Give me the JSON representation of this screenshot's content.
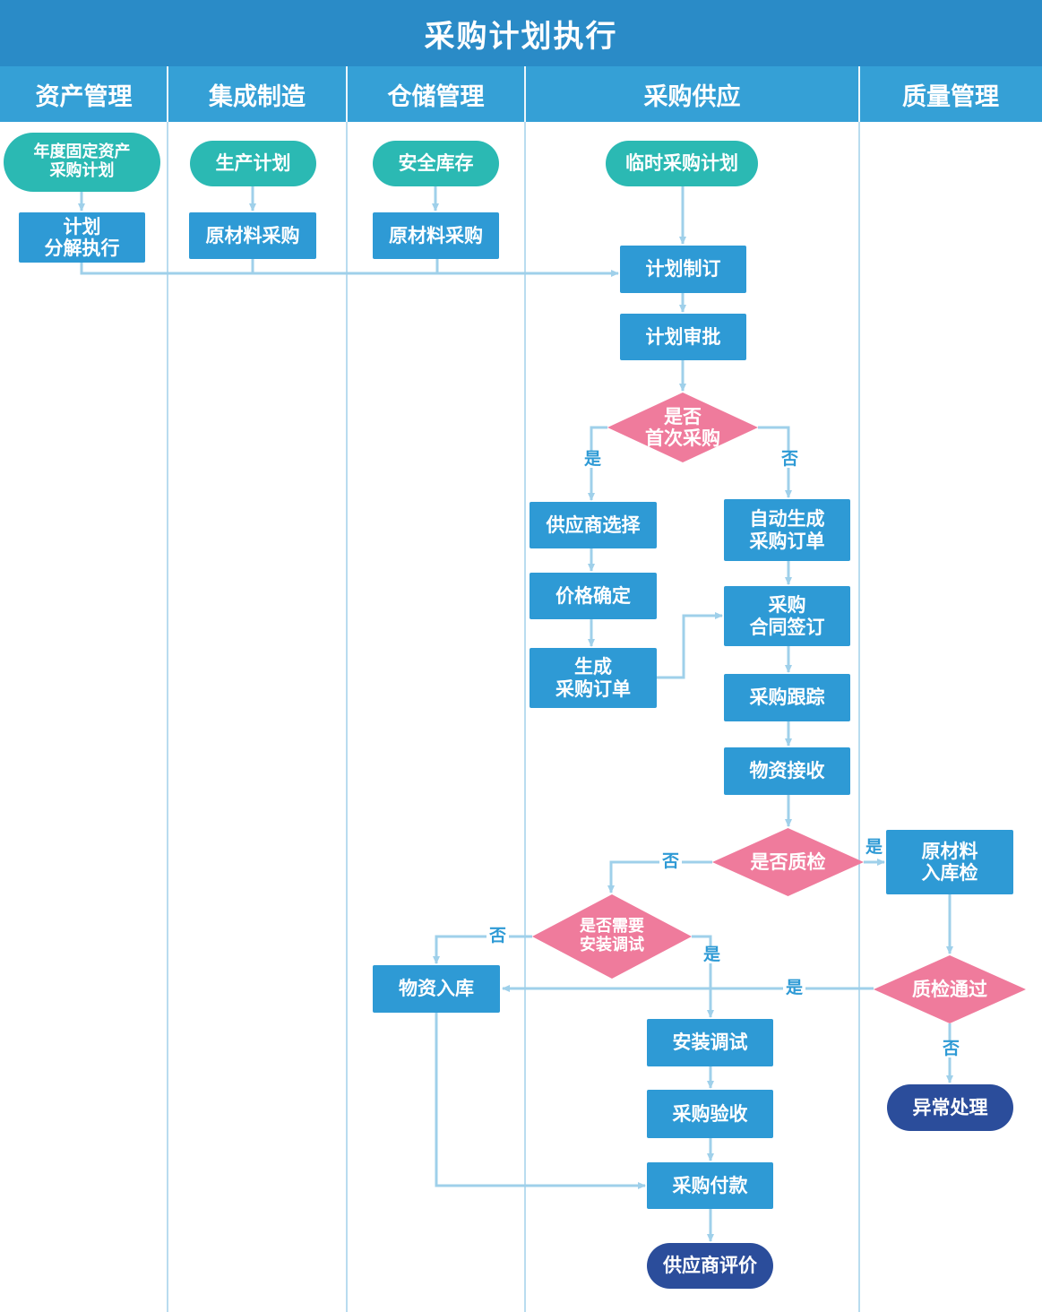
{
  "title": "采购计划执行",
  "lanes": [
    "资产管理",
    "集成制造",
    "仓储管理",
    "采购供应",
    "质量管理"
  ],
  "nodes": {
    "asset_plan": "年度固定资产\n采购计划",
    "plan_decompose": "计划\n分解执行",
    "production_plan": "生产计划",
    "raw_purchase_1": "原材料采购",
    "safety_stock": "安全库存",
    "raw_purchase_2": "原材料采购",
    "temp_plan": "临时采购计划",
    "plan_make": "计划制订",
    "plan_approve": "计划审批",
    "first_purchase": "是否\n首次采购",
    "supplier_select": "供应商选择",
    "price_confirm": "价格确定",
    "gen_order": "生成\n采购订单",
    "auto_order": "自动生成\n采购订单",
    "contract": "采购\n合同签订",
    "tracking": "采购跟踪",
    "receive": "物资接收",
    "need_qc": "是否质检",
    "raw_inspect": "原材料\n入库检",
    "need_install": "是否需要\n安装调试",
    "warehouse_in": "物资入库",
    "qc_pass": "质检通过",
    "install": "安装调试",
    "acceptance": "采购验收",
    "payment": "采购付款",
    "exception": "异常处理",
    "supplier_eval": "供应商评价"
  },
  "edge_labels": {
    "yes": "是",
    "no": "否"
  },
  "colors": {
    "header": "#2a8bc7",
    "lane_header": "#35a0d6",
    "process": "#2e9ad5",
    "start": "#2bb9b3",
    "decision": "#ef7b9c",
    "end": "#2b4d9b",
    "connector": "#9fd0ea"
  }
}
